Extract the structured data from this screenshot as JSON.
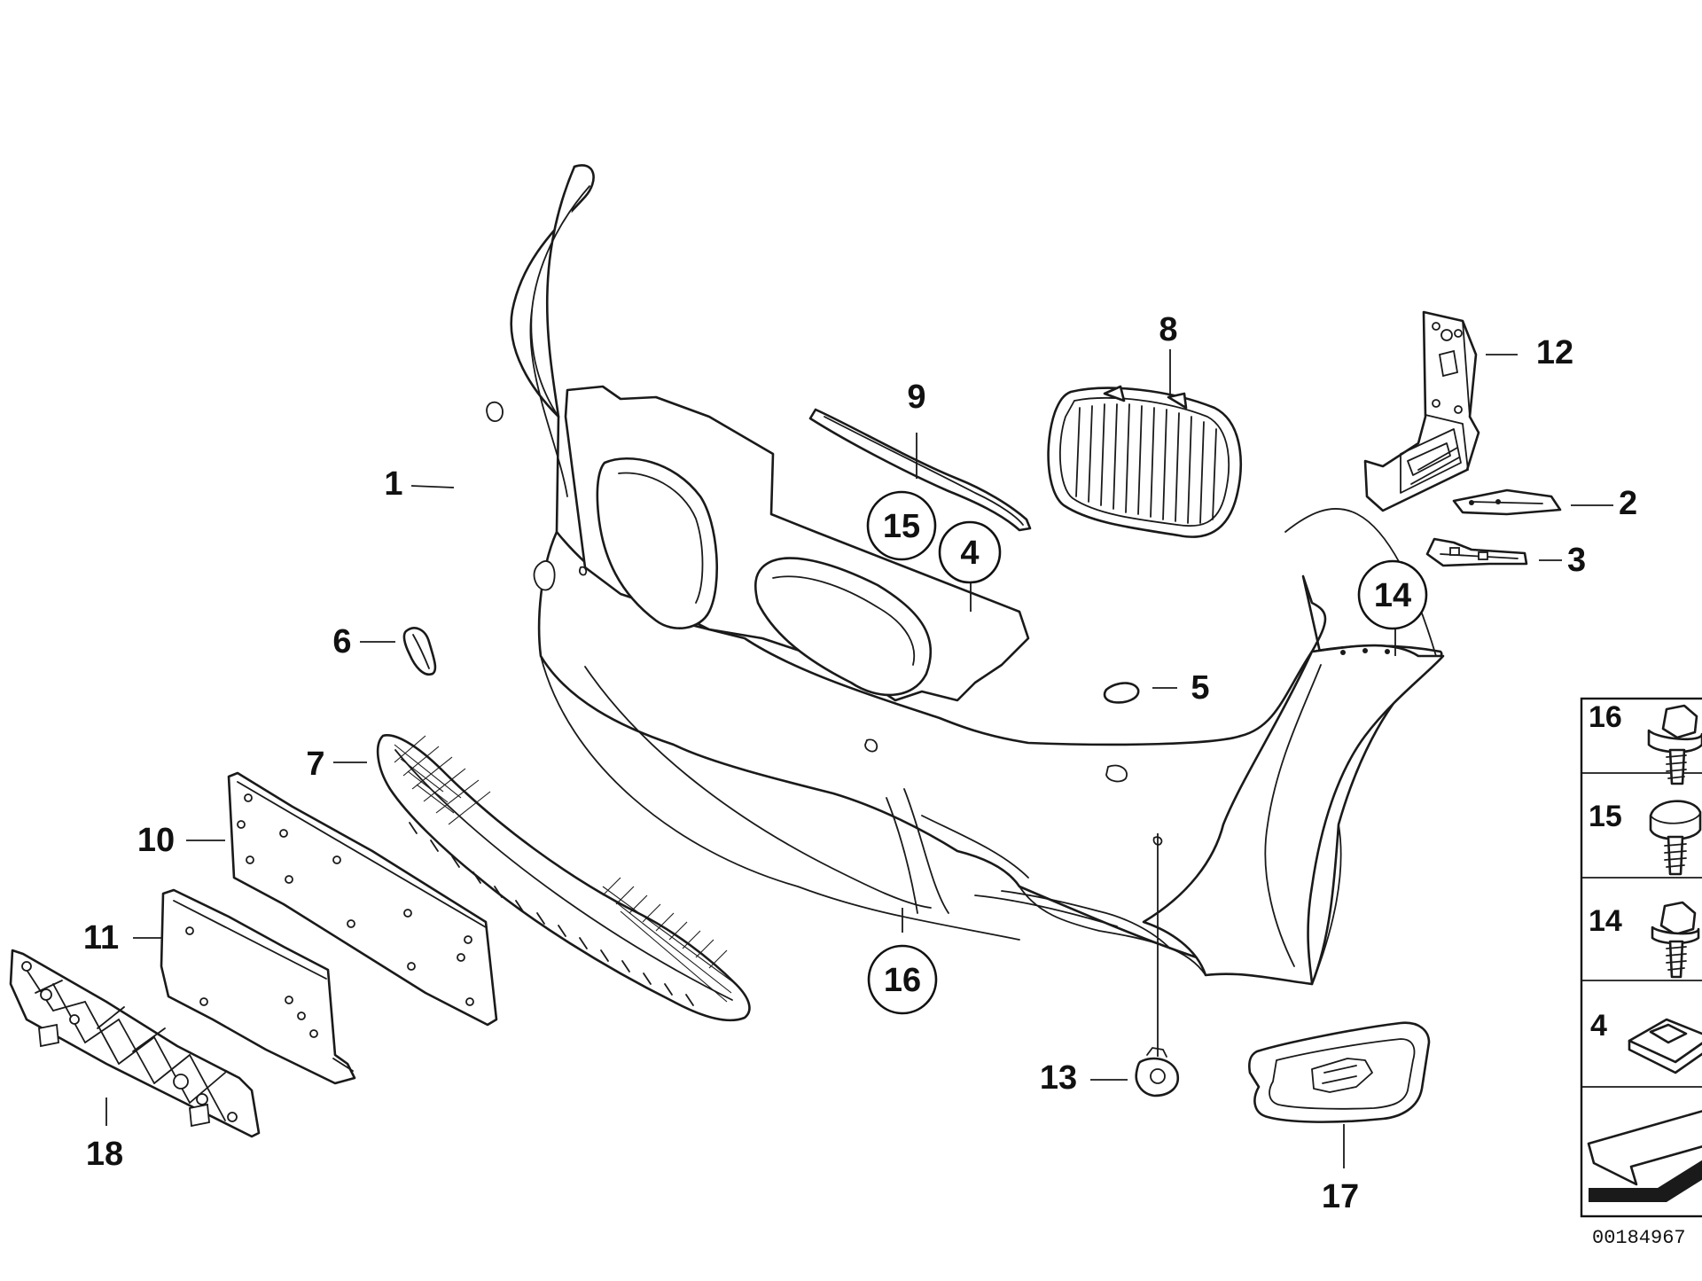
{
  "diagram": {
    "callouts": [
      {
        "id": "1",
        "label": "1"
      },
      {
        "id": "2",
        "label": "2"
      },
      {
        "id": "3",
        "label": "3"
      },
      {
        "id": "4",
        "label": "4"
      },
      {
        "id": "5",
        "label": "5"
      },
      {
        "id": "6",
        "label": "6"
      },
      {
        "id": "7",
        "label": "7"
      },
      {
        "id": "8",
        "label": "8"
      },
      {
        "id": "9",
        "label": "9"
      },
      {
        "id": "10",
        "label": "10"
      },
      {
        "id": "11",
        "label": "11"
      },
      {
        "id": "12",
        "label": "12"
      },
      {
        "id": "13",
        "label": "13"
      },
      {
        "id": "14",
        "label": "14"
      },
      {
        "id": "15",
        "label": "15"
      },
      {
        "id": "16",
        "label": "16"
      },
      {
        "id": "17",
        "label": "17"
      },
      {
        "id": "18",
        "label": "18"
      }
    ],
    "legend": [
      {
        "label": "16",
        "icon": "hex-flange-screw-icon"
      },
      {
        "label": "15",
        "icon": "round-head-screw-icon"
      },
      {
        "label": "14",
        "icon": "hex-screw-icon"
      },
      {
        "label": "4",
        "icon": "square-nut-clip-icon"
      },
      {
        "label": "",
        "icon": "direction-arrow-icon"
      }
    ],
    "document_id": "00184967",
    "colors": {
      "line": "#1a1a1a",
      "background": "#ffffff"
    }
  }
}
